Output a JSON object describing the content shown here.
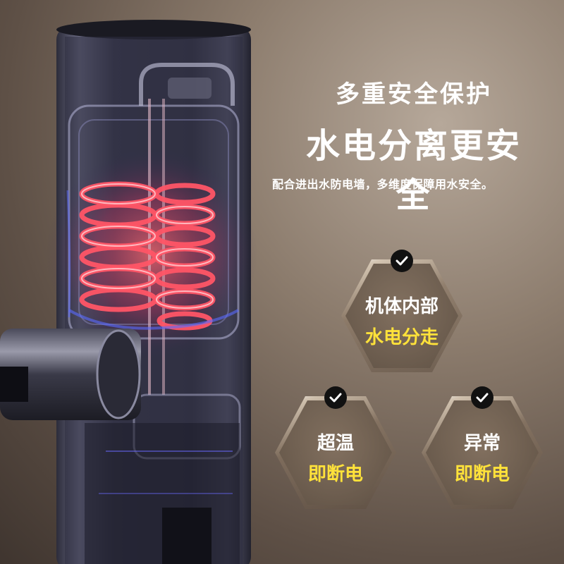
{
  "headline": {
    "line1": "多重安全保护",
    "line2": "水电分离更安全"
  },
  "subtitle": "配合进出水防电墙，多维度保障用水安全。",
  "badges": [
    {
      "line1": "机体内部",
      "line2": "水电分走",
      "icon": "checkmark-icon"
    },
    {
      "line1": "超温",
      "line2": "即断电",
      "icon": "checkmark-icon"
    },
    {
      "line1": "异常",
      "line2": "即断电",
      "icon": "checkmark-icon"
    }
  ],
  "colors": {
    "highlight_text": "#ffe23a",
    "primary_text": "#ffffff",
    "heating_coil": "#ff4a5a",
    "background": "#8c7c6d"
  }
}
